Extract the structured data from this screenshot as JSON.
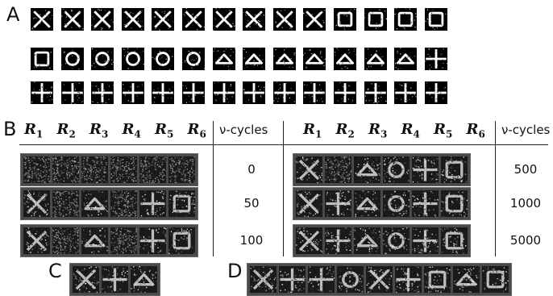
{
  "panels": {
    "a": "A",
    "b": "B",
    "c": "C",
    "d": "D"
  },
  "panel_a": {
    "rows": [
      [
        "x",
        "x",
        "x",
        "x",
        "x",
        "x",
        "x",
        "x",
        "x",
        "x",
        "sq",
        "sq",
        "sq",
        "sq"
      ],
      [
        "sq",
        "o",
        "o",
        "o",
        "o",
        "o",
        "tri",
        "tri",
        "tri",
        "tri",
        "tri",
        "tri",
        "tri",
        "plus"
      ],
      [
        "plus",
        "plus",
        "plus",
        "plus",
        "plus",
        "plus",
        "plus",
        "plus",
        "plus",
        "plus",
        "plus",
        "plus",
        "plus",
        "plus"
      ]
    ]
  },
  "panel_b": {
    "headers": [
      {
        "base": "R",
        "sub": "1"
      },
      {
        "base": "R",
        "sub": "2"
      },
      {
        "base": "R",
        "sub": "3"
      },
      {
        "base": "R",
        "sub": "4"
      },
      {
        "base": "R",
        "sub": "5"
      },
      {
        "base": "R",
        "sub": "6"
      }
    ],
    "cycles_label": "ν-cycles",
    "left_rows": [
      {
        "cycles": "0",
        "cells": [
          "noise",
          "noise",
          "noise",
          "noise",
          "noise",
          "noise"
        ]
      },
      {
        "cycles": "50",
        "cells": [
          "x",
          "noise",
          "tri",
          "noise",
          "plus",
          "sq"
        ]
      },
      {
        "cycles": "100",
        "cells": [
          "x",
          "noise",
          "tri",
          "noise",
          "plus",
          "sq"
        ]
      }
    ],
    "right_rows": [
      {
        "cycles": "500",
        "cells": [
          "x",
          "noise",
          "tri",
          "o",
          "plus",
          "sq"
        ]
      },
      {
        "cycles": "1000",
        "cells": [
          "x",
          "plus",
          "tri",
          "o",
          "plus",
          "sq"
        ]
      },
      {
        "cycles": "5000",
        "cells": [
          "x",
          "plus",
          "tri",
          "o",
          "plus",
          "sq"
        ]
      }
    ]
  },
  "panel_c": {
    "cells": [
      "x",
      "plus",
      "tri"
    ]
  },
  "panel_d": {
    "cells": [
      "x",
      "plus",
      "plus",
      "o",
      "x",
      "plus",
      "sq",
      "tri",
      "sq"
    ]
  }
}
